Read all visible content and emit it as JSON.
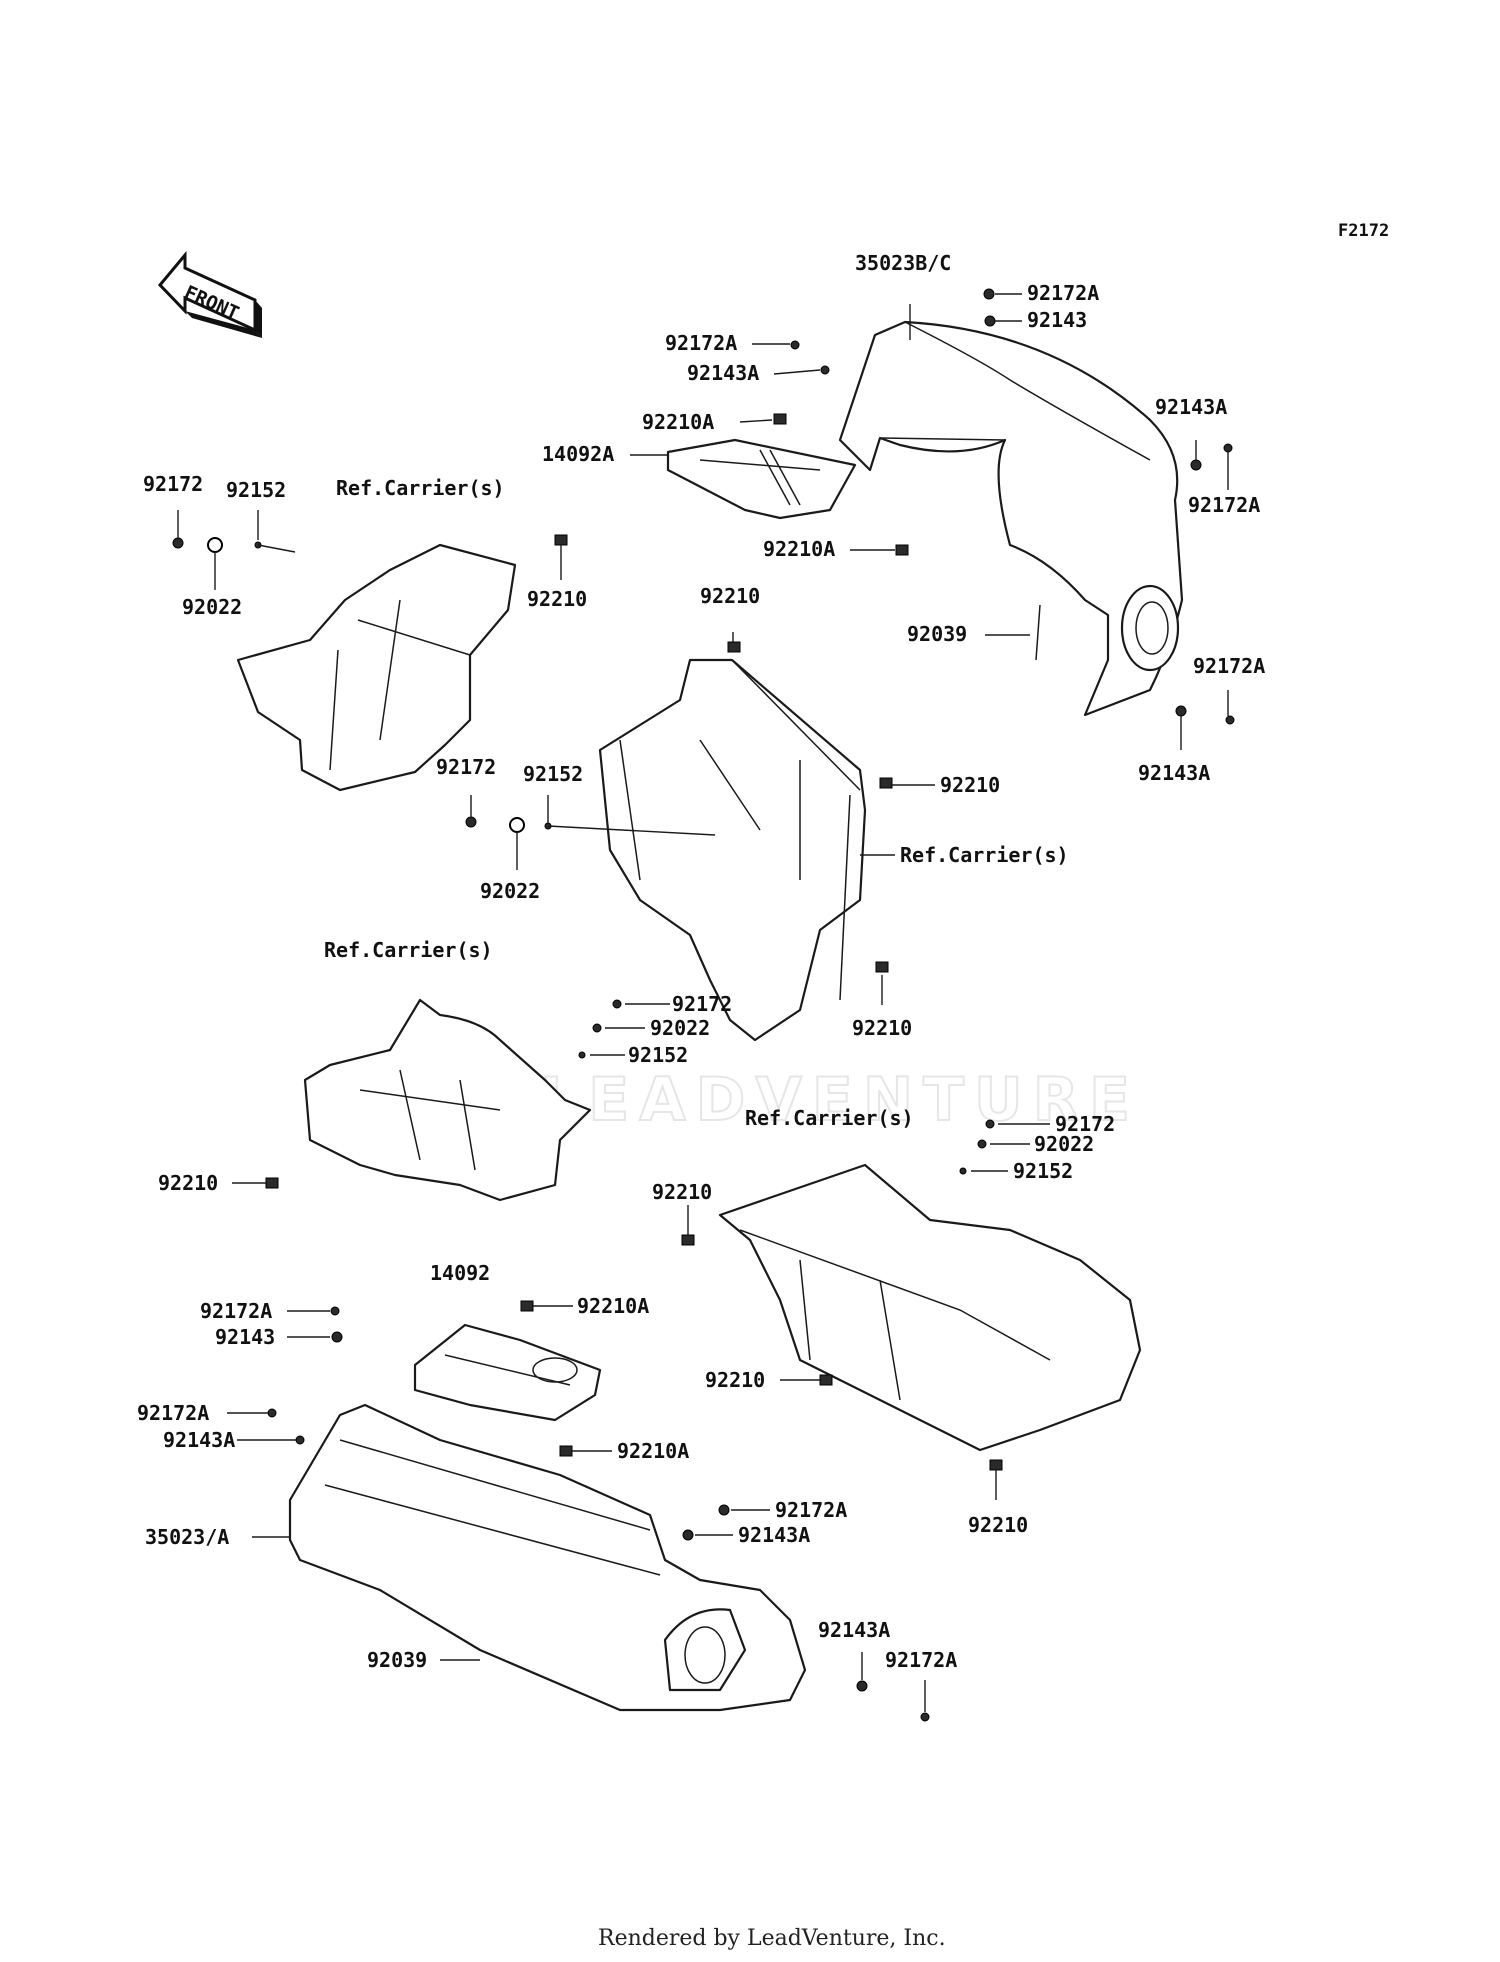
{
  "diagram_code": "F2172",
  "front_arrow_label": "FRONT",
  "watermark": "LEADVENTURE",
  "footer": "Rendered by LeadVenture, Inc.",
  "labels": {
    "l35023bc": "35023B/C",
    "l92172a_1": "92172A",
    "l92143_1": "92143",
    "l92172a_2": "92172A",
    "l92143a_1": "92143A",
    "l92210a_1": "92210A",
    "l14092a": "14092A",
    "l92143a_2": "92143A",
    "l92172a_3": "92172A",
    "l92210a_2": "92210A",
    "l92039_1": "92039",
    "l92172a_4": "92172A",
    "l92143a_3": "92143A",
    "l92172_1": "92172",
    "l92152_1": "92152",
    "lref_1": "Ref.Carrier(s)",
    "l92022_1": "92022",
    "l92210_1": "92210",
    "l92210_2": "92210",
    "l92210_3": "92210",
    "l92172_2": "92172",
    "l92152_2": "92152",
    "l92022_2": "92022",
    "lref_2": "Ref.Carrier(s)",
    "lref_3": "Ref.Carrier(s)",
    "l92172_3": "92172",
    "l92022_3": "92022",
    "l92152_3": "92152",
    "l92210_4": "92210",
    "l92210_5": "92210",
    "lref_4": "Ref.Carrier(s)",
    "l92172_4": "92172",
    "l92022_4": "92022",
    "l92152_4": "92152",
    "l92210_6": "92210",
    "l14092": "14092",
    "l92172a_5": "92172A",
    "l92210a_3": "92210A",
    "l92143_2": "92143",
    "l92210_7": "92210",
    "l92172a_6": "92172A",
    "l92143a_4": "92143A",
    "l92210a_4": "92210A",
    "l35023a": "35023/A",
    "l92172a_7": "92172A",
    "l92143a_5": "92143A",
    "l92210_8": "92210",
    "l92143a_6": "92143A",
    "l92172a_8": "92172A",
    "l92039_2": "92039"
  }
}
